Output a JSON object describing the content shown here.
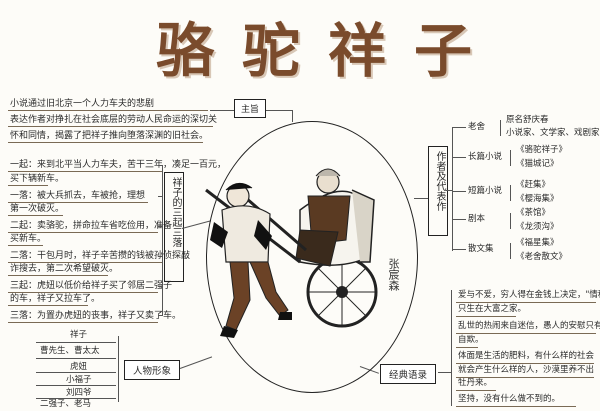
{
  "title": {
    "chars": [
      "骆",
      "驼",
      "祥",
      "子"
    ]
  },
  "theme": {
    "label": "主旨",
    "lines": [
      "小说通过旧北京一个人力车夫的悲剧",
      "表达作者对挣扎在社会底层的劳动人民命运的深切关",
      "怀和同情，揭露了把祥子推向堕落深渊的旧社会。"
    ]
  },
  "three_rises": {
    "label": "祥子的三起三落",
    "lines": [
      "一起：来到北平当人力车夫，苦干三年，凑足一百元，",
      "买下辆新车。",
      "一落：被大兵抓去，车被抢，理想",
      "第一次破灭。",
      "二起：卖骆驼，拼命拉车省吃俭用，准备",
      "买新车。",
      "二落：干包月时，祥子辛苦攒的钱被孙侦探敲",
      "诈搜去，第二次希望破灭。",
      "三起：虎妞以低价给祥子买了邻居二强子",
      "的车，祥子又拉车了。",
      "三落：为置办虎妞的丧事，祥子又卖了车。"
    ]
  },
  "characters": {
    "label": "人物形象",
    "items": [
      "祥子",
      "曹先生、曹太太",
      "虎妞",
      "小福子",
      "刘四爷",
      "二强子、老马"
    ]
  },
  "author": {
    "label": "作者及代表作",
    "rows": [
      {
        "key": "老舍",
        "values": [
          "原名舒庆春",
          "小说家、文学家、戏剧家"
        ]
      },
      {
        "key": "长篇小说",
        "values": [
          "《骆驼祥子》",
          "《猫城记》"
        ]
      },
      {
        "key": "短篇小说",
        "values": [
          "《赶集》",
          "《樱海集》"
        ]
      },
      {
        "key": "剧本",
        "values": [
          "《茶馆》",
          "《龙须沟》"
        ]
      },
      {
        "key": "散文集",
        "values": [
          "《福星集》",
          "《老舍散文》"
        ]
      }
    ]
  },
  "quotes": {
    "label": "经典语录",
    "lines": [
      "爱与不爱，穷人得在金钱上决定，\"情种\"",
      "只生在大富之家。",
      "乱世的热闹来自迷信，愚人的安慰只有",
      "自欺。",
      "体面是生活的肥料，有什么样的社会",
      "就会产生什么样的人，沙漠里养不出",
      "牡丹来。",
      "坚持，没有什么做不到的。"
    ]
  },
  "signature": "张宸森",
  "colors": {
    "title": "#7a4b2c",
    "brown": "#6b4226",
    "ink": "#222222"
  }
}
